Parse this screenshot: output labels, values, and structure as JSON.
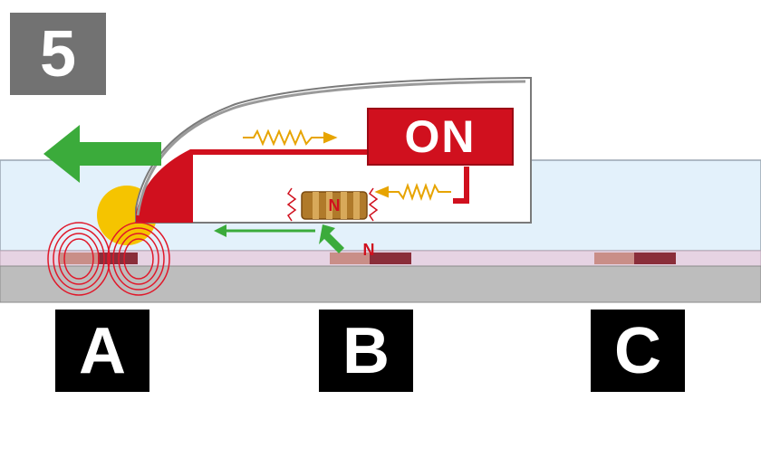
{
  "step": {
    "number": "5"
  },
  "vehicle": {
    "status_label": "ON",
    "magnet_pole": "N",
    "track_pole": "N"
  },
  "stations": [
    {
      "label": "A"
    },
    {
      "label": "B"
    },
    {
      "label": "C"
    }
  ],
  "colors": {
    "step_box": "#727272",
    "sky_band": "#e3f1fb",
    "track_band": "#e6d3e3",
    "rail": "#bdbdbd",
    "red": "#d0101e",
    "green": "#3bab3b",
    "yellow": "#f5c400",
    "coil": "#b07a2a",
    "label_bg": "#000000"
  },
  "icons": [
    "arrow-left-icon",
    "spring-icon",
    "magnet-icon",
    "magnetic-field-icon",
    "wheel-icon"
  ]
}
